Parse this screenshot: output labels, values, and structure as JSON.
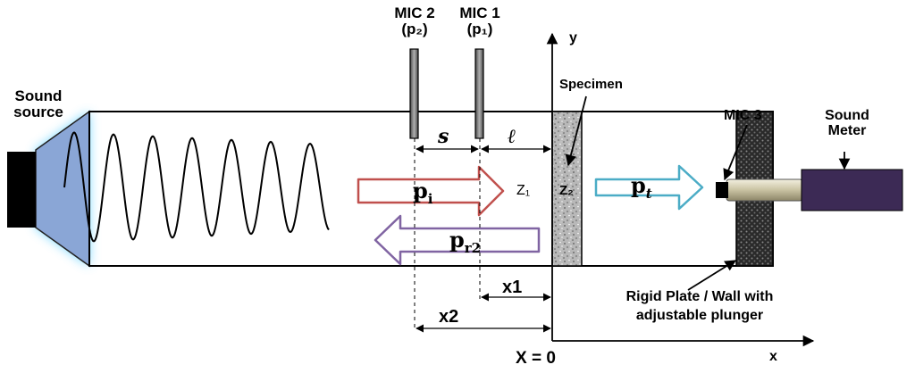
{
  "sound_source": {
    "line1": "Sound",
    "line2": "source"
  },
  "mic2": {
    "name": "MIC 2",
    "pressure": "(p₂)"
  },
  "mic1": {
    "name": "MIC 1",
    "pressure": "(p₁)"
  },
  "mic3": {
    "name": "MIC 3"
  },
  "specimen": {
    "label": "Specimen",
    "impedance": "Z₂"
  },
  "sound_meter": {
    "line1": "Sound",
    "line2": "Meter"
  },
  "spacing": {
    "s": "s",
    "l": "ℓ"
  },
  "impedance_1": "Z₁",
  "waves": {
    "incident": {
      "base": "p",
      "sub": "i"
    },
    "reflected": {
      "base": "p",
      "sub": "r2"
    },
    "transmitted": {
      "base": "p",
      "sub": "t"
    }
  },
  "distances": {
    "x1": "x1",
    "x2": "x2"
  },
  "wall": {
    "line1": "Rigid Plate / Wall with",
    "line2": "adjustable plunger"
  },
  "axes": {
    "y": "y",
    "x": "x",
    "origin": "X = 0"
  },
  "colors": {
    "source_fill": "#8aa6d6",
    "source_glow": "#5fd0ff",
    "incident_arrow": "#c0504d",
    "reflected_arrow": "#8064a2",
    "transmitted_arrow": "#4bacc6",
    "meter_body": "#3c2a55",
    "plunger_rod": "#c9c2a2"
  }
}
